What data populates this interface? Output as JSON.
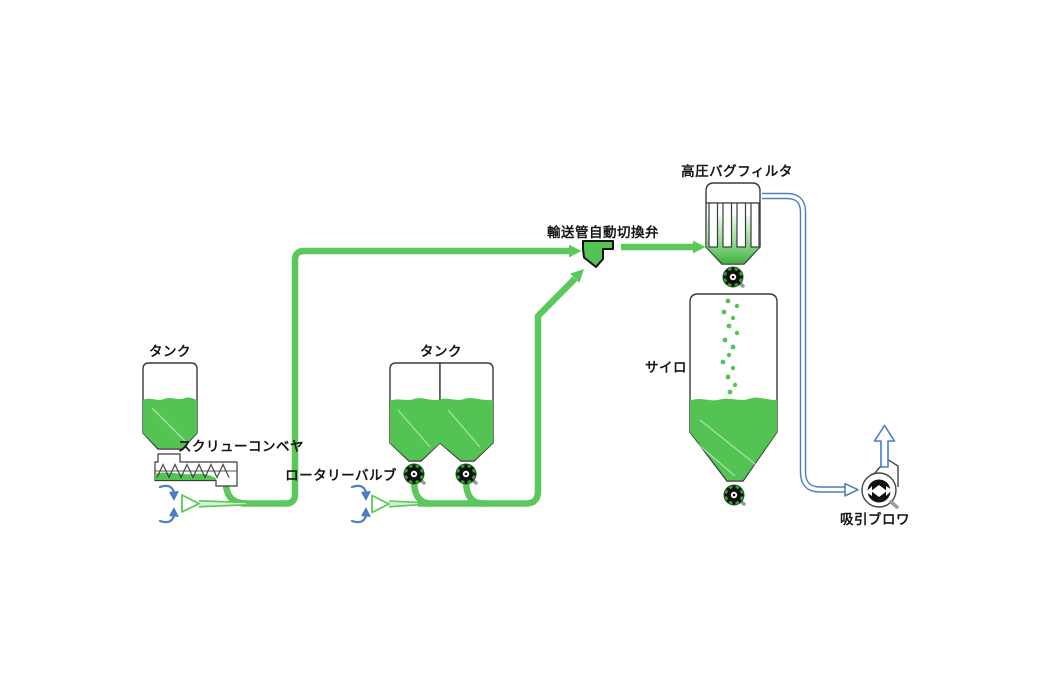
{
  "diagram": {
    "type": "pneumatic-conveying-process-flow",
    "labels": {
      "tank_left": "タンク",
      "screw_conveyor": "スクリューコンベヤ",
      "rotary_valve": "ロータリーバルブ",
      "tank_middle": "タンク",
      "switch_valve": "輸送管自動切換弁",
      "bag_filter": "高圧バグフィルタ",
      "silo": "サイロ",
      "blower": "吸引ブロワ"
    },
    "colors": {
      "material_green": "#53c353",
      "pipe_green": "#5cc85c",
      "air_blue": "#4a7fc1",
      "outline_dark": "#3a3a3a",
      "valve_ring_green": "#35a035",
      "gear_black": "#111111",
      "label_text": "#151515",
      "background": "#ffffff"
    }
  }
}
